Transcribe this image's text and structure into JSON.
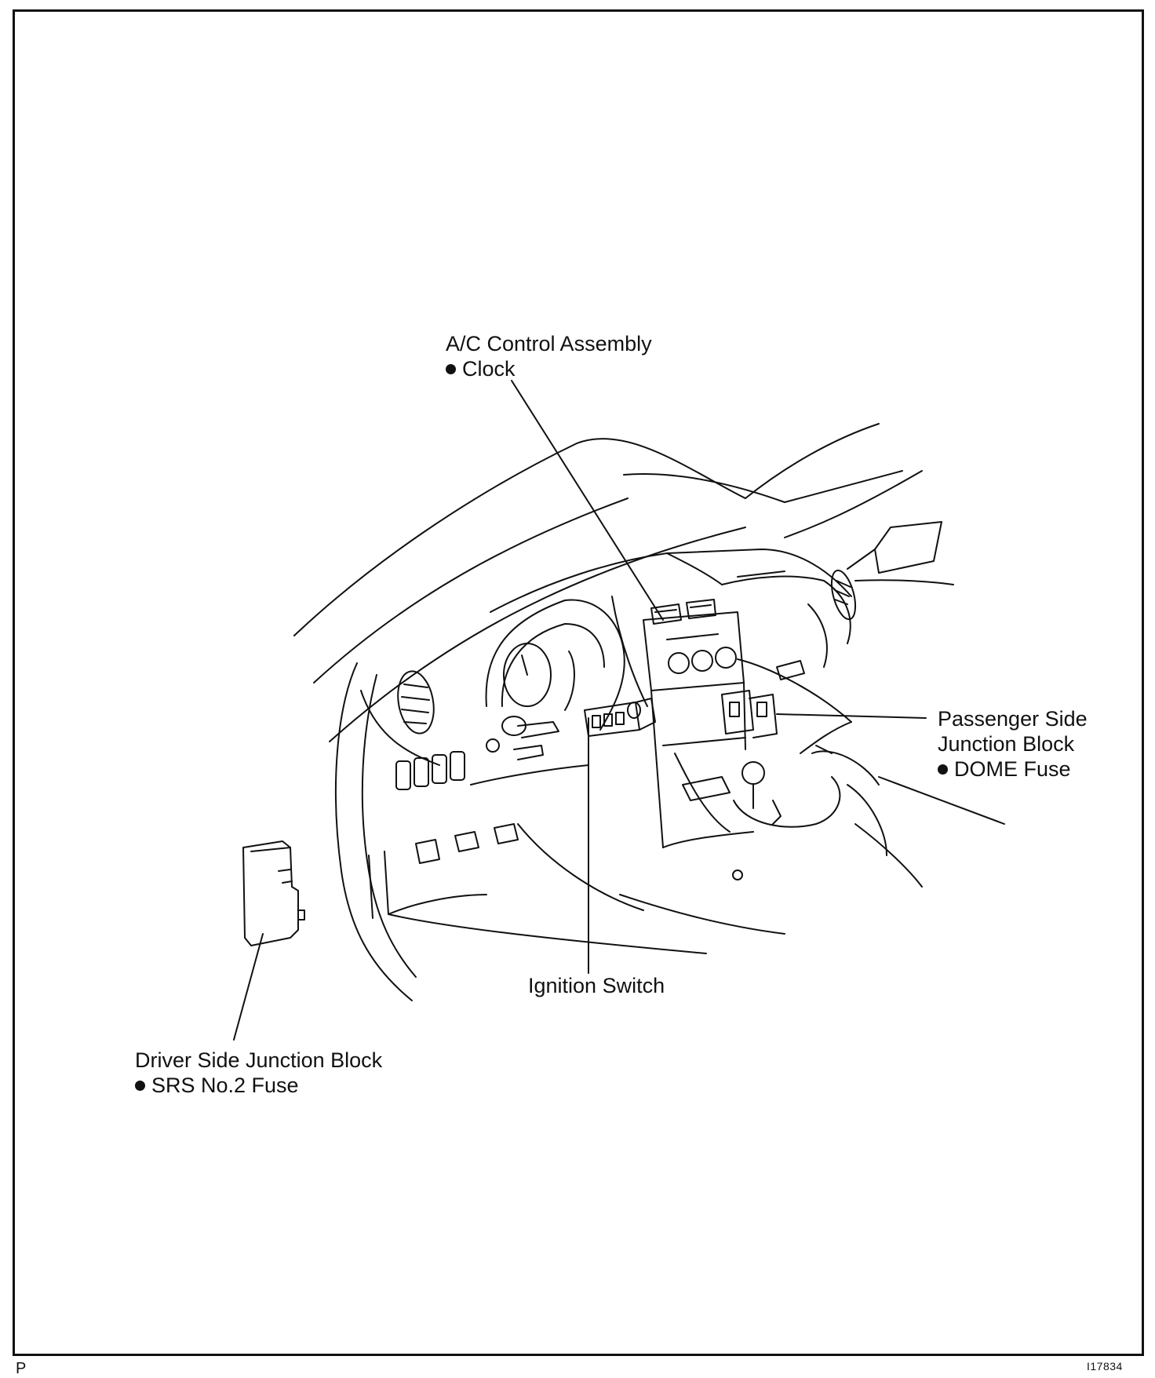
{
  "callouts": {
    "ac_control": {
      "title": "A/C Control Assembly",
      "item": "Clock"
    },
    "passenger_jb": {
      "title_line1": "Passenger Side",
      "title_line2": "Junction Block",
      "item": "DOME Fuse"
    },
    "ignition": {
      "title": "Ignition Switch"
    },
    "driver_jb": {
      "title": "Driver Side Junction Block",
      "item": "SRS No.2 Fuse"
    }
  },
  "corner_mark": "P",
  "figure_id": "I17834"
}
